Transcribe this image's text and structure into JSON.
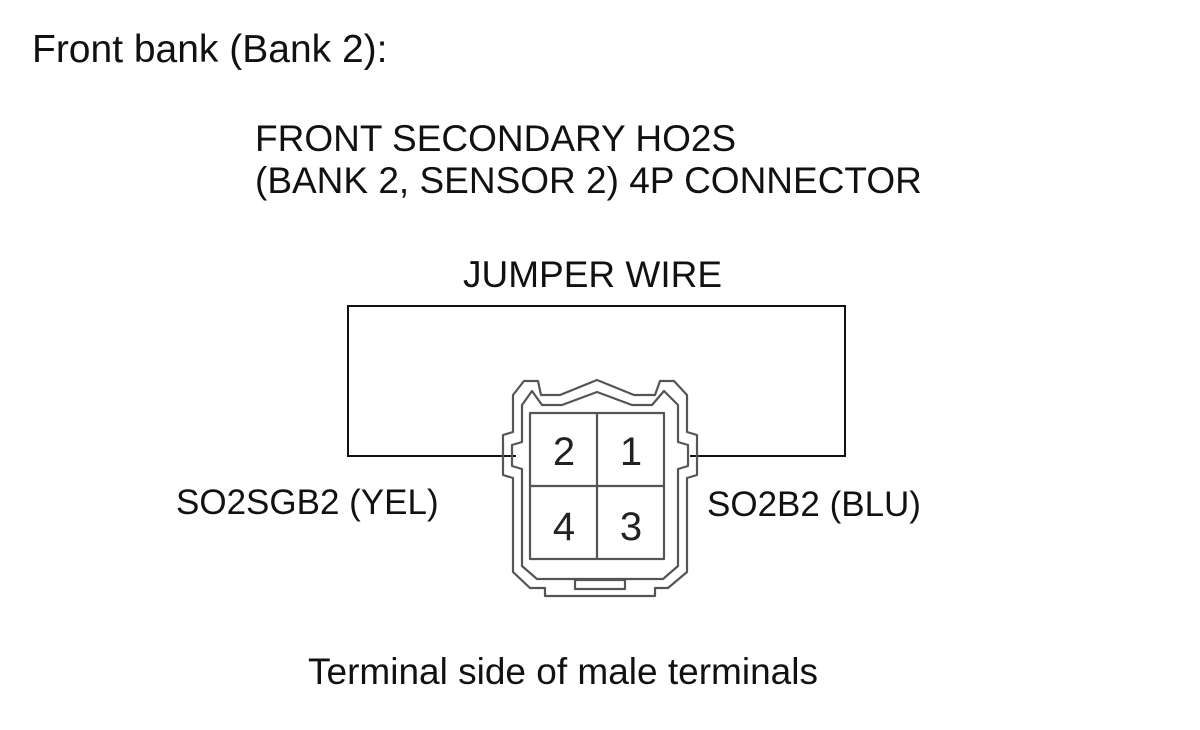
{
  "heading": "Front bank (Bank 2):",
  "connector": {
    "title_line1": "FRONT SECONDARY HO2S",
    "title_line2": "(BANK 2, SENSOR 2) 4P CONNECTOR",
    "pins": {
      "top_left": "2",
      "top_right": "1",
      "bottom_left": "4",
      "bottom_right": "3"
    }
  },
  "jumper_label": "JUMPER WIRE",
  "wires": {
    "left": "SO2SGB2 (YEL)",
    "right": "SO2B2 (BLU)"
  },
  "caption": "Terminal side of male terminals",
  "colors": {
    "line": "#111111",
    "connector_outline": "#555555"
  }
}
